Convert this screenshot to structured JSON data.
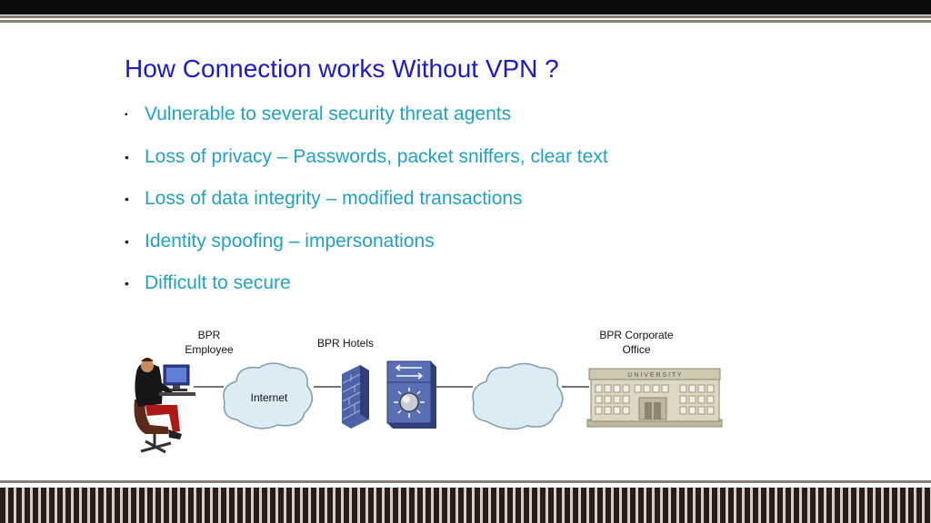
{
  "slide": {
    "title": "How Connection works Without VPN ?",
    "bullets": [
      {
        "marker": "▪",
        "text": "Vulnerable to several security threat agents"
      },
      {
        "marker": "•",
        "text": "Loss of privacy – Passwords, packet sniffers, clear text"
      },
      {
        "marker": "•",
        "text": "Loss of data integrity – modified transactions"
      },
      {
        "marker": "•",
        "text": "Identity spoofing – impersonations"
      },
      {
        "marker": "•",
        "text": "Difficult to secure"
      }
    ]
  },
  "diagram": {
    "labels": {
      "employee": [
        "BPR",
        "Employee"
      ],
      "hotels": "BPR Hotels",
      "corporate": [
        "BPR Corporate",
        "Office"
      ],
      "internet": "Internet",
      "university_sign": "U N I V E R S I T Y"
    },
    "icons": [
      "employee-at-computer-icon",
      "cloud-icon",
      "firewall-icon",
      "switch-router-icon",
      "cloud-icon",
      "university-building-icon"
    ],
    "colors": {
      "title": "#1a1ad0",
      "bullet_text": "#1fa2c5",
      "cloud_fill": "#dcecf4",
      "device_blue": "#5a6eb4"
    }
  }
}
